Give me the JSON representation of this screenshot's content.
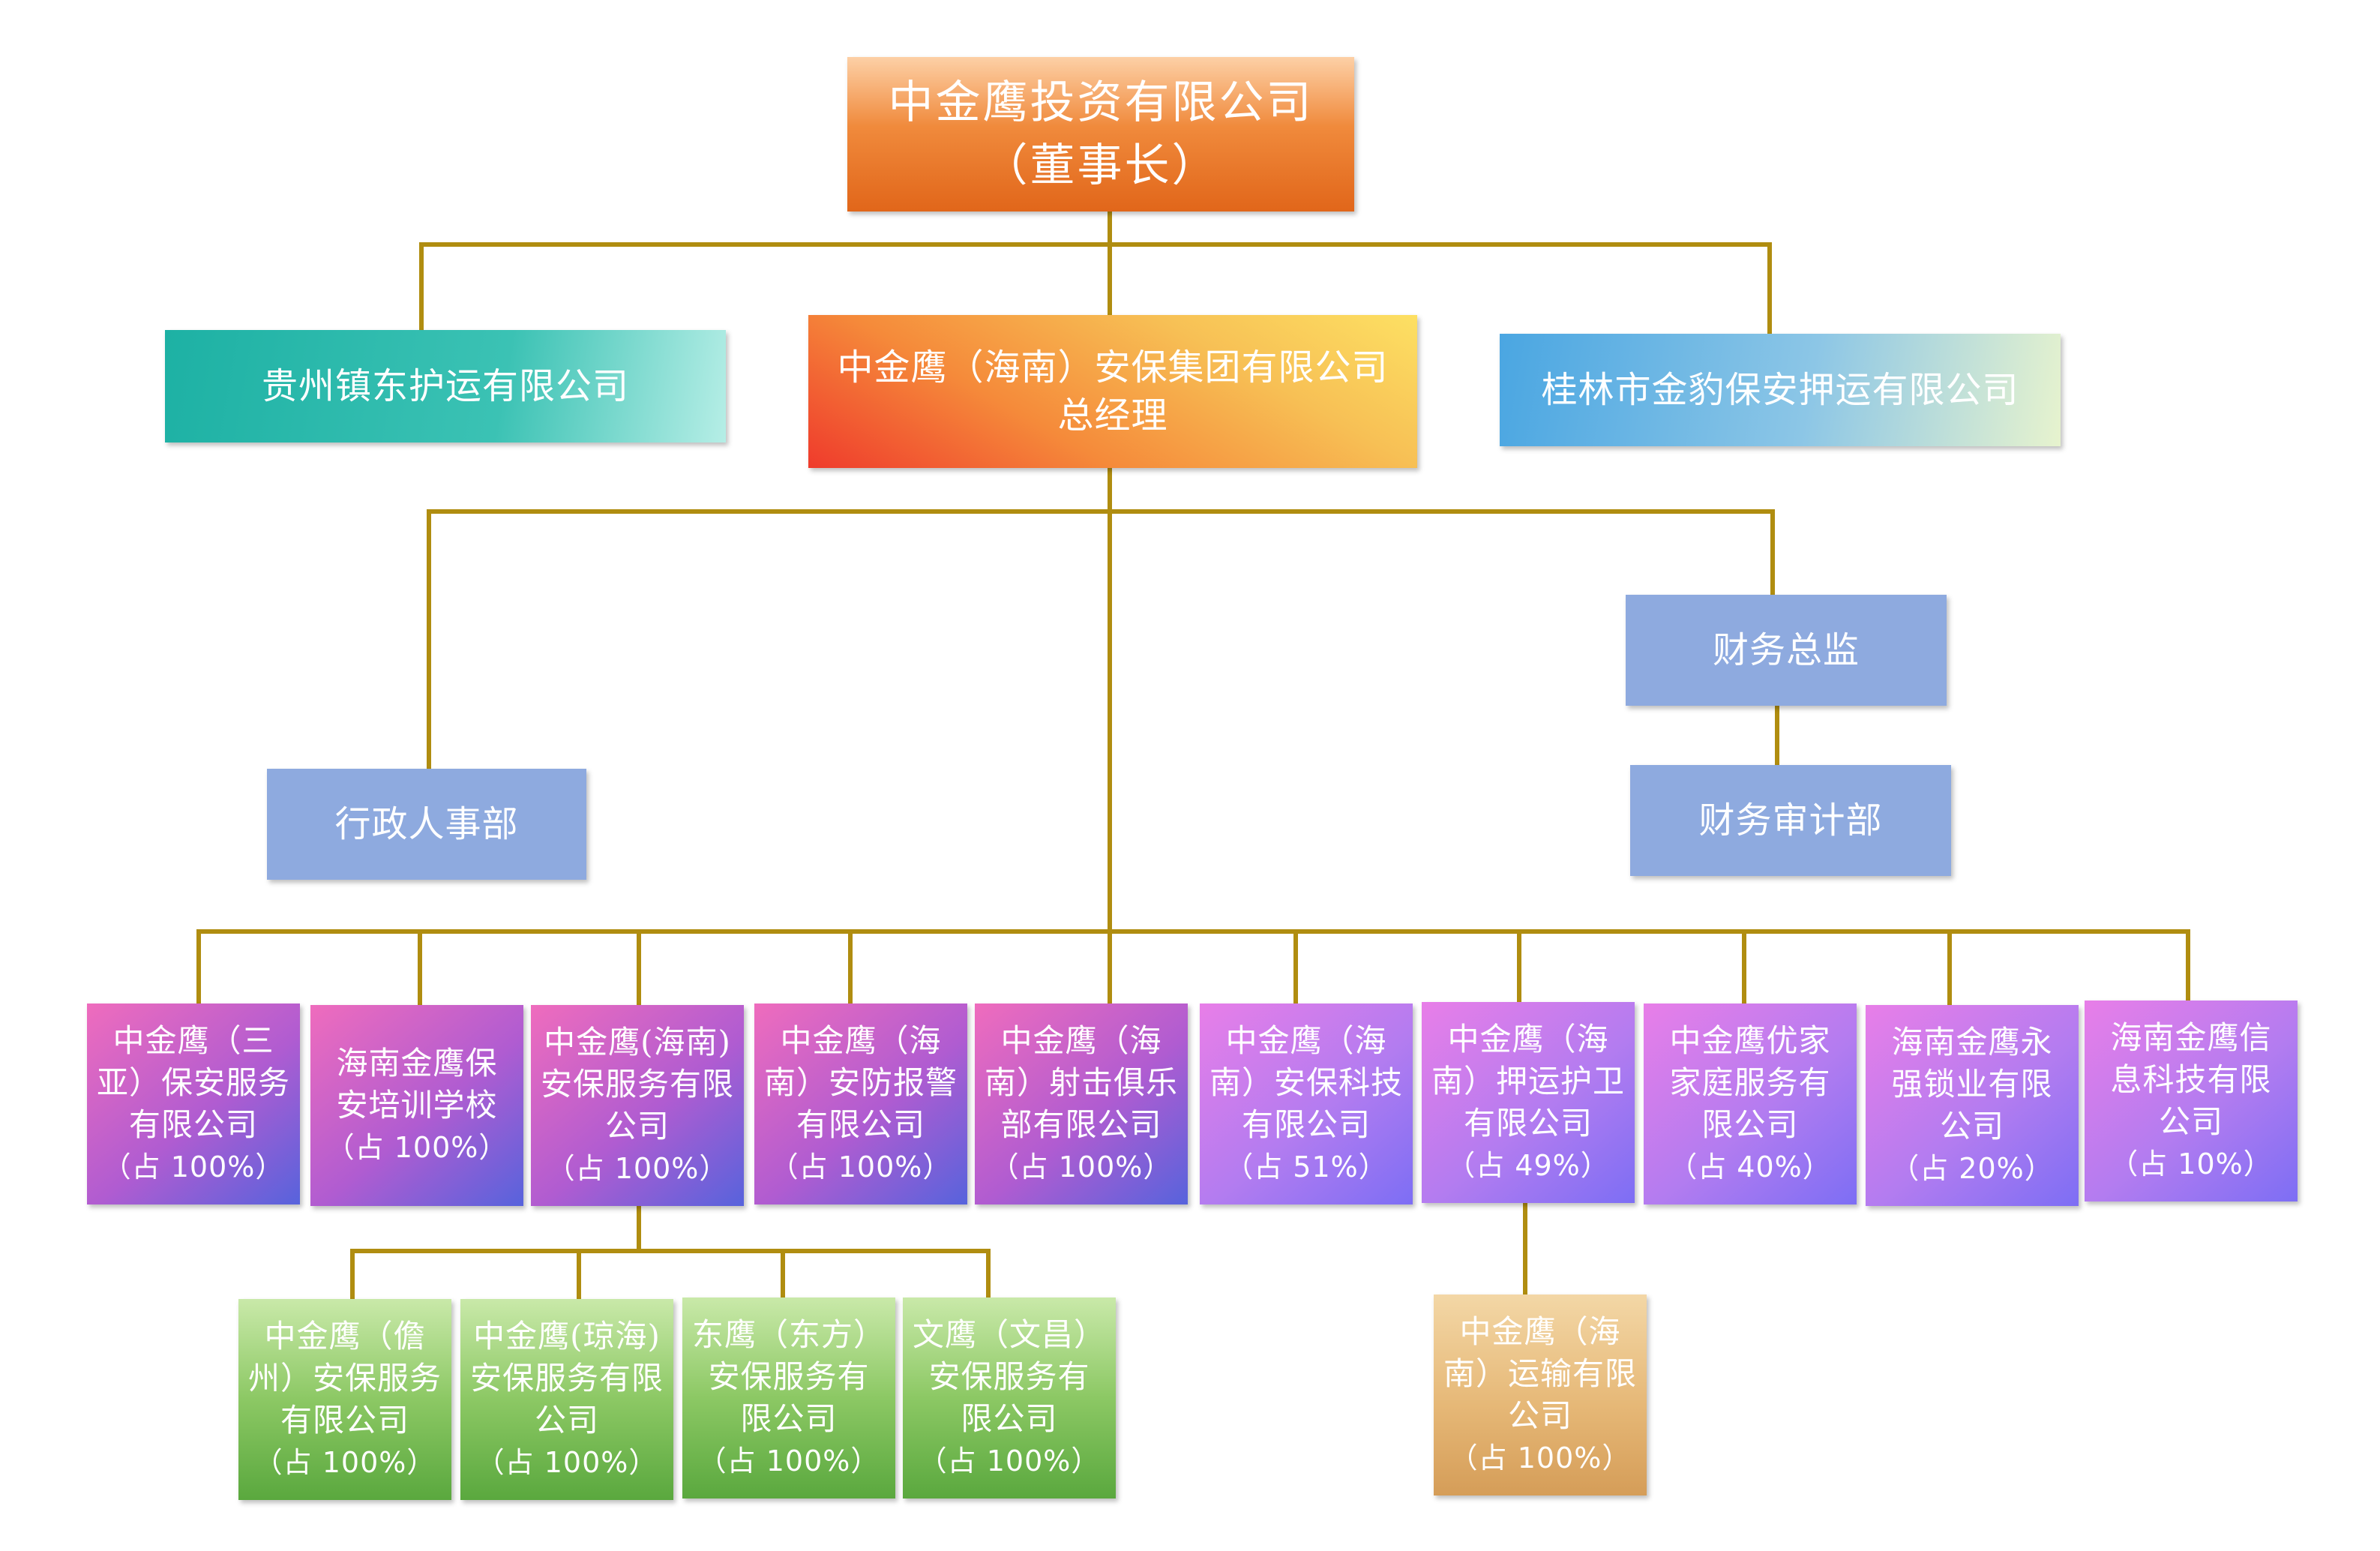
{
  "chart_title": "",
  "nodes": {
    "chairman": {
      "lines": [
        "中金鹰投资有限公司",
        "（董事长）"
      ]
    },
    "guizhou": {
      "lines": [
        "贵州镇东护运有限公司"
      ]
    },
    "group": {
      "lines": [
        "中金鹰（海南）安保集团有限公司",
        "总经理"
      ]
    },
    "guilin": {
      "lines": [
        "桂林市金豹保安押运有限公司"
      ]
    },
    "finance_director": {
      "lines": [
        "财务总监"
      ]
    },
    "admin_hr": {
      "lines": [
        "行政人事部"
      ]
    },
    "finance_audit": {
      "lines": [
        "财务审计部"
      ]
    },
    "subs": [
      {
        "lines": [
          "中金鹰（三",
          "亚）保安服务",
          "有限公司"
        ],
        "share": "（占 100%）"
      },
      {
        "lines": [
          "海南金鹰保",
          "安培训学校"
        ],
        "share": "（占 100%）"
      },
      {
        "lines": [
          "中金鹰(海南)",
          "安保服务有限",
          "公司"
        ],
        "share": "（占 100%）"
      },
      {
        "lines": [
          "中金鹰（海",
          "南）安防报警",
          "有限公司"
        ],
        "share": "（占 100%）"
      },
      {
        "lines": [
          "中金鹰（海",
          "南）射击俱乐",
          "部有限公司"
        ],
        "share": "（占 100%）"
      },
      {
        "lines": [
          "中金鹰（海",
          "南）安保科技",
          "有限公司"
        ],
        "share": "（占 51%）"
      },
      {
        "lines": [
          "中金鹰（海",
          "南）押运护卫",
          "有限公司"
        ],
        "share": "（占 49%）"
      },
      {
        "lines": [
          "中金鹰优家",
          "家庭服务有",
          "限公司"
        ],
        "share": "（占 40%）"
      },
      {
        "lines": [
          "海南金鹰永",
          "强锁业有限",
          "公司"
        ],
        "share": "（占 20%）"
      },
      {
        "lines": [
          "海南金鹰信",
          "息科技有限",
          "公司"
        ],
        "share": "（占 10%）"
      }
    ],
    "branches": [
      {
        "lines": [
          "中金鹰（儋",
          "州）安保服务",
          "有限公司"
        ],
        "share": "（占 100%）"
      },
      {
        "lines": [
          "中金鹰(琼海)",
          "安保服务有限",
          "公司"
        ],
        "share": "（占 100%）"
      },
      {
        "lines": [
          "东鹰（东方）",
          "安保服务有",
          "限公司"
        ],
        "share": "（占 100%）"
      },
      {
        "lines": [
          "文鹰（文昌）",
          "安保服务有",
          "限公司"
        ],
        "share": "（占 100%）"
      }
    ],
    "transport": {
      "lines": [
        "中金鹰（海",
        "南）运输有限",
        "公司"
      ],
      "share": "（占 100%）"
    }
  },
  "colors": {
    "connector": "#b08d10",
    "dept_fill": "#8eaadf",
    "text": "#ffffff"
  }
}
